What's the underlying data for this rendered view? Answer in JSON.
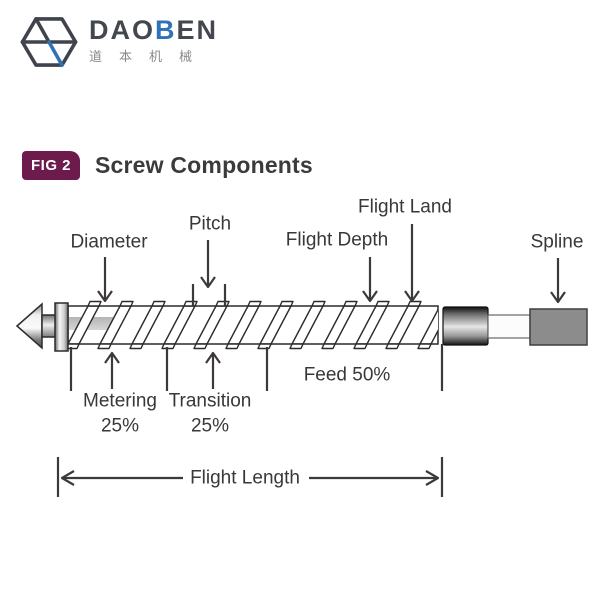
{
  "brand": {
    "name": "DAOBEN",
    "name_parts": {
      "pre": "DAO",
      "accent": "B",
      "post": "EN"
    },
    "chinese_name": "道本机械",
    "icon": "hexagon-cube-icon"
  },
  "colors": {
    "brand_blue": "#2f72b8",
    "brand_ink": "#43474e",
    "badge_maroon": "#6d1a4d",
    "label_ink": "#3a3737",
    "spline_gray": "#8c8c8c"
  },
  "figure": {
    "badge_label": "FIG 2",
    "title": "Screw Components"
  },
  "diagram": {
    "labels": {
      "diameter": "Diameter",
      "pitch": "Pitch",
      "flight_depth": "Flight Depth",
      "flight_land": "Flight Land",
      "spline": "Spline",
      "feed": "Feed 50%",
      "metering": "Metering",
      "metering_pct": "25%",
      "transition": "Transition",
      "transition_pct": "25%",
      "flight_length": "Flight Length"
    }
  }
}
